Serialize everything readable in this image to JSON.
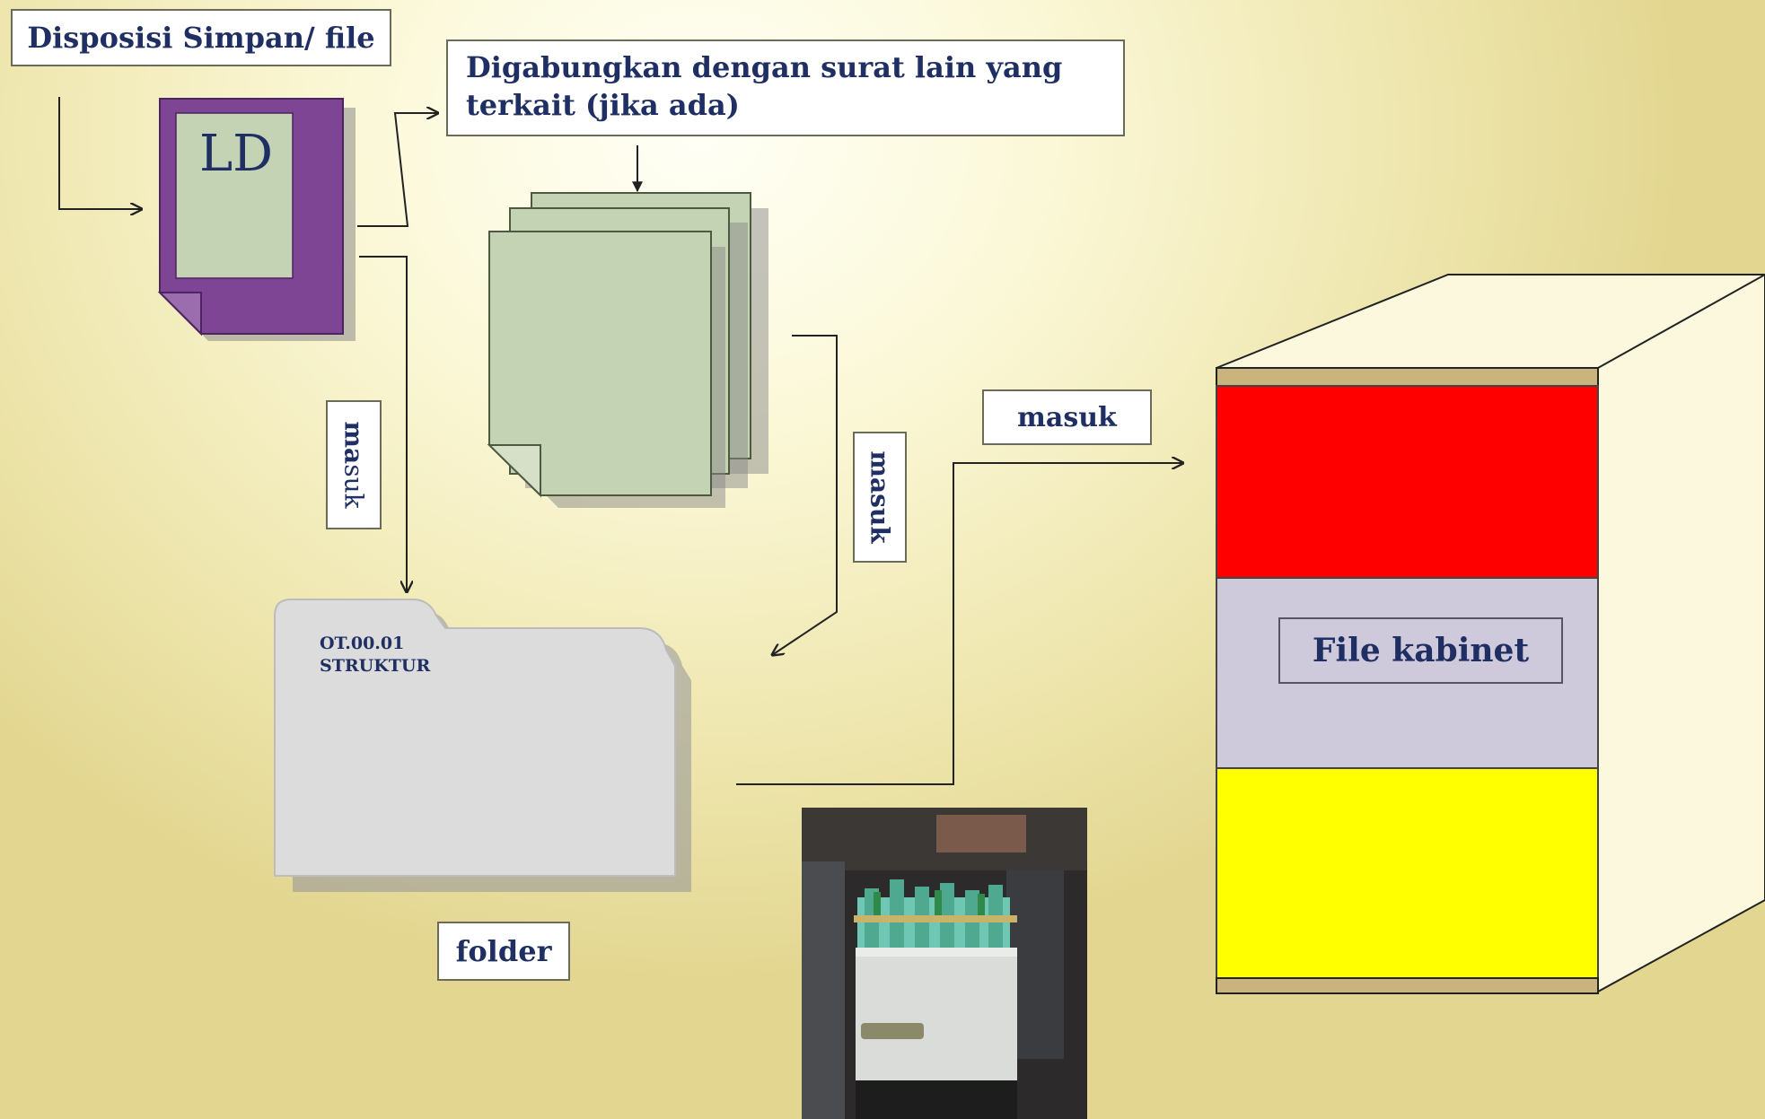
{
  "labels": {
    "disposisi": "Disposisi Simpan/ file",
    "digabungkan": "Digabungkan dengan surat lain yang terkait (jika ada)",
    "ld": "LD",
    "masuk_left_bold": "ma",
    "masuk_left_rest": "suk",
    "masuk_mid": "masuk",
    "masuk_right": "masuk",
    "folder_code": "OT.00.01",
    "folder_name": "STRUKTUR",
    "folder": "folder",
    "file_kabinet": "File kabinet"
  },
  "colors": {
    "ld_document": "#7e4595",
    "document_sheet": "#c4d3b3",
    "folder": "#dcdcdc",
    "cabinet_top_drawer": "#ff0000",
    "cabinet_middle_drawer": "#cfc9dc",
    "cabinet_bottom_drawer": "#ffff00",
    "cabinet_trim": "#c8b47c",
    "text": "#1f2f63"
  }
}
